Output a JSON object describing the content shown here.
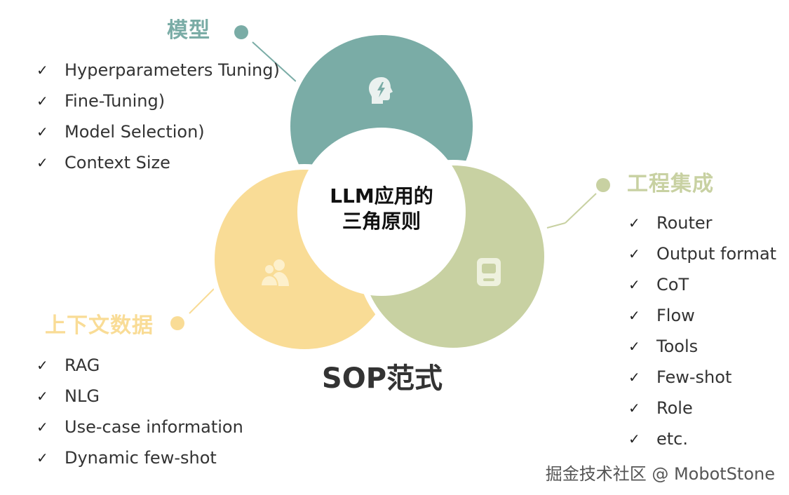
{
  "colors": {
    "model": "#7aaca6",
    "context": "#f9dc96",
    "engineering": "#c8d1a2",
    "center": "#ffffff",
    "text": "#333333"
  },
  "center": {
    "line1": "LLM应用的",
    "line2": "三角原则"
  },
  "sop_label": "SOP范式",
  "model": {
    "title": "模型",
    "icon": "brain-lightning-icon",
    "items": [
      "Hyperparameters Tuning)",
      "Fine-Tuning)",
      "Model Selection)",
      "Context Size"
    ]
  },
  "context": {
    "title": "上下文数据",
    "icon": "users-icon",
    "items": [
      "RAG",
      "NLG",
      "Use-case information",
      "Dynamic few-shot"
    ]
  },
  "engineering": {
    "title": "工程集成",
    "icon": "device-icon",
    "items": [
      "Router",
      "Output format",
      "CoT",
      "Flow",
      "Tools",
      "Few-shot",
      "Role",
      "etc."
    ]
  },
  "check_glyph": "✓",
  "watermark": "掘金技术社区 @ MobotStone"
}
